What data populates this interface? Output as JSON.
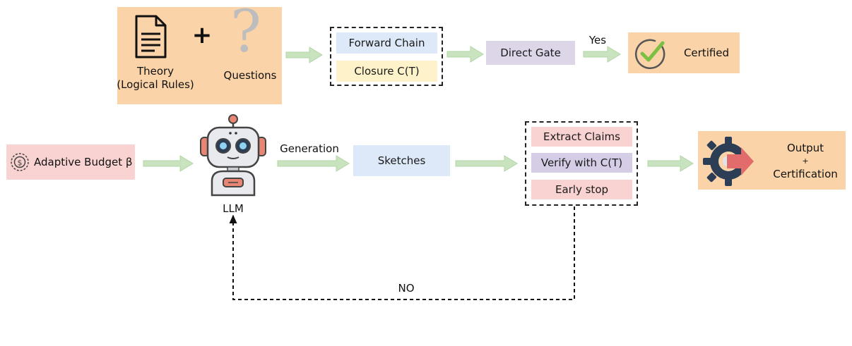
{
  "colors": {
    "orange": "#fad4a8",
    "pink": "#f8d3d1",
    "blue": "#dde9f8",
    "yellow": "#fdf2c9",
    "purple": "#ddd5e8",
    "purple_strong": "#d5cce6",
    "arrow": "#c9e3bf",
    "check": "#7cc043"
  },
  "top_row": {
    "theory_label": "Theory",
    "theory_sub": "(Logical Rules)",
    "plus": "+",
    "question_mark": "?",
    "questions_label": "Questions",
    "forward_chain": "Forward Chain",
    "closure": "Closure C(T)",
    "direct_gate": "Direct Gate",
    "yes_label": "Yes",
    "certified": "Certified"
  },
  "bottom_row": {
    "adaptive_budget": "Adaptive Budget β",
    "llm_label": "LLM",
    "generation_label": "Generation",
    "sketches": "Sketches",
    "extract_claims": "Extract Claims",
    "verify": "Verify with C(T)",
    "early_stop": "Early stop",
    "output": "Output",
    "plus_small": "+",
    "certification": "Certification",
    "no_label": "NO"
  },
  "icons": {
    "document": "document-icon",
    "question": "question-mark-icon",
    "check": "check-circle-icon",
    "coin": "coin-icon",
    "robot": "robot-icon",
    "gear": "gear-arrow-icon"
  }
}
